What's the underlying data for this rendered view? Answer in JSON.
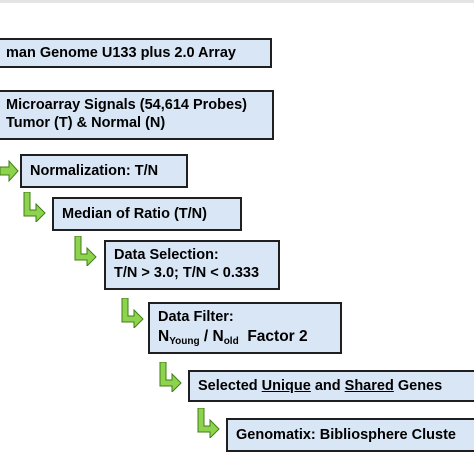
{
  "colors": {
    "box_fill": "#d9e6f6",
    "box_border": "#1f1f1f",
    "arrow_fill": "#8ed34e",
    "arrow_stroke": "#3f7d16"
  },
  "steps": {
    "array": {
      "text": "man Genome U133 plus 2.0 Array"
    },
    "signals": {
      "line1": "Microarray Signals (54,614 Probes)",
      "line2": "Tumor (T) & Normal (N)"
    },
    "normalization": {
      "text": "Normalization: T/N"
    },
    "median": {
      "text": "Median of Ratio (T/N)"
    },
    "selection": {
      "line1": "Data Selection:",
      "line2": "T/N > 3.0; T/N < 0.333"
    },
    "filter": {
      "line1": "Data Filter:",
      "n1": "N",
      "sub1": "Young",
      "slash": " / ",
      "n2": "N",
      "sub2": "old",
      "factor": "Factor 2"
    },
    "genes": {
      "pre": "Selected ",
      "unique": "Unique",
      "mid": " and ",
      "shared": "Shared",
      "post": " Genes"
    },
    "genomatix": {
      "text": "Genomatix: Bibliosphere Cluste"
    }
  },
  "arrow_icons": [
    "right-turn-arrow-icon",
    "down-right-arrow-icon"
  ]
}
